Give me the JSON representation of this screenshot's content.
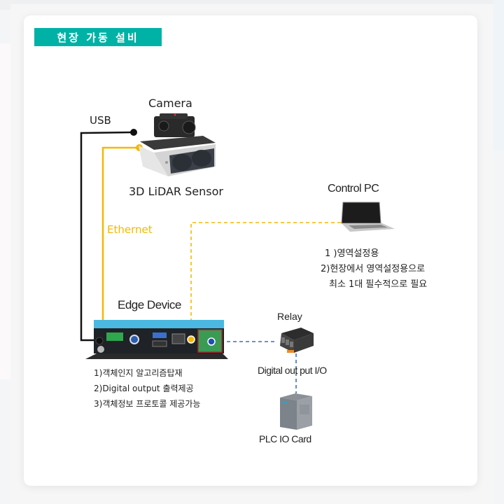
{
  "header": {
    "title": "현장 가동 설비"
  },
  "devices": {
    "camera": {
      "label": "Camera"
    },
    "lidar": {
      "label": "3D LiDAR Sensor"
    },
    "control_pc": {
      "label": "Control PC"
    },
    "edge_device": {
      "label": "Edge Device"
    },
    "relay": {
      "label": "Relay"
    },
    "digital_io": {
      "label": "Digital out put I/O"
    },
    "plc": {
      "label": "PLC IO Card"
    }
  },
  "connections": {
    "usb": {
      "label": "USB",
      "color": "#111111"
    },
    "ethernet": {
      "label": "Ethernet",
      "color": "#f5b800"
    },
    "pc_link": {
      "color": "#f5b800",
      "style": "dashed"
    },
    "io_link": {
      "color": "#3a6fc4",
      "style": "dashed"
    }
  },
  "notes": {
    "control_pc": [
      "1 )영역설정용",
      "2)현장에서 영역설정용으로",
      "최소 1대 필수적으로 필요"
    ],
    "edge_device": [
      "1)객체인지 알고리즘탑재",
      "2)Digital output 출력제공",
      "3)객체정보 프로토콜 제공가능"
    ]
  },
  "colors": {
    "accent": "#00b2a6",
    "ethernet": "#f5b800",
    "usb": "#111111",
    "io": "#3a6fc4",
    "edge_top": "#4ab8e0"
  }
}
